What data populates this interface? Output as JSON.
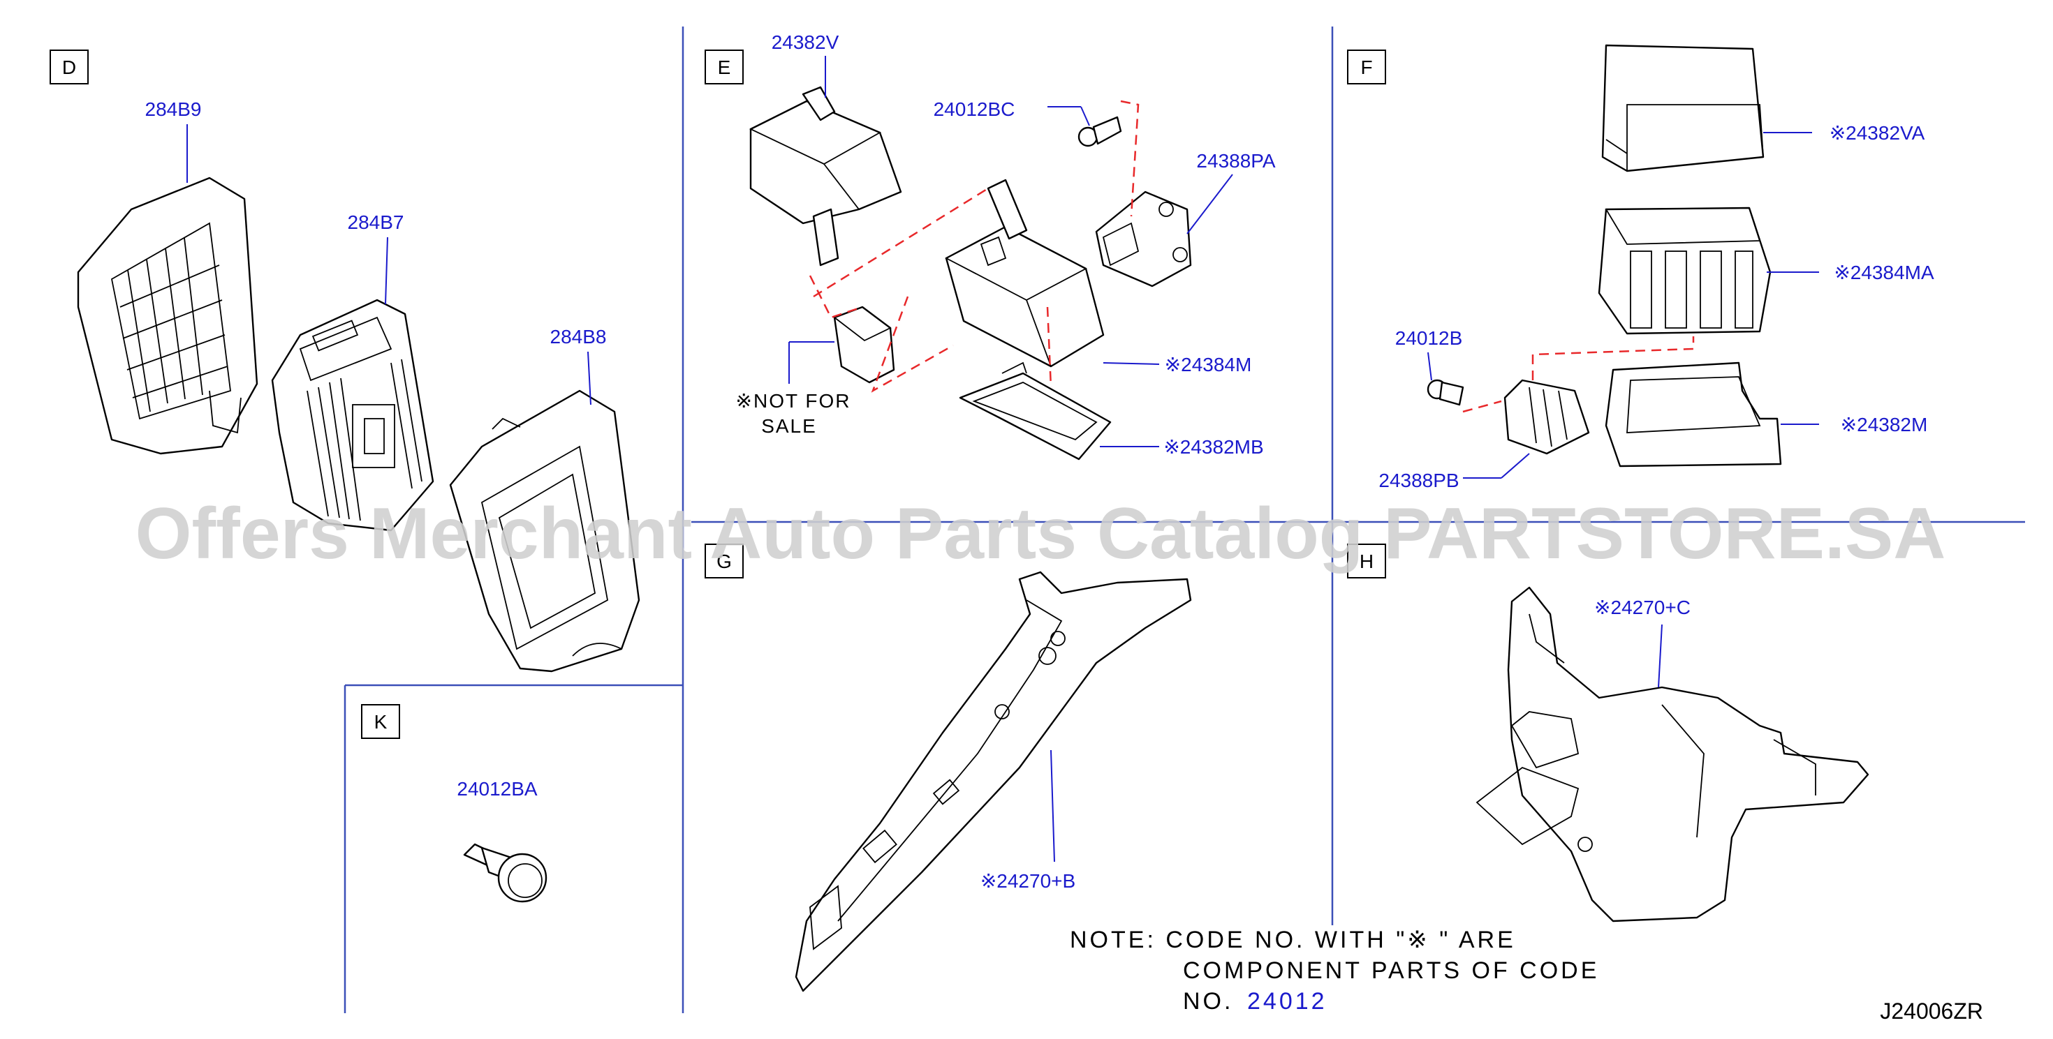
{
  "sections": {
    "D": "D",
    "E": "E",
    "F": "F",
    "G": "G",
    "H": "H",
    "K": "K"
  },
  "parts": {
    "p284B9": "284B9",
    "p284B7": "284B7",
    "p284B8": "284B8",
    "p24382V": "24382V",
    "p24012BC": "24012BC",
    "p24388PA": "24388PA",
    "p24384M": "※24384M",
    "p24382MB": "※24382MB",
    "p24382VA": "※24382VA",
    "p24384MA": "※24384MA",
    "p24012B": "24012B",
    "p24382M": "※24382M",
    "p24388PB": "24388PB",
    "p24012BA": "24012BA",
    "p24270B": "※24270+B",
    "p24270C": "※24270+C"
  },
  "not_for_sale": {
    "line1": "※NOT FOR",
    "line2": "SALE"
  },
  "note": {
    "line1": "NOTE: CODE NO. WITH \"※    \" ARE",
    "line2": "COMPONENT PARTS OF CODE",
    "line3_prefix": "NO.",
    "line3_code": "24012"
  },
  "drawing_code": "J24006ZR",
  "watermark": "Offers Merchant Auto Parts Catalog PARTSTORE.SA"
}
